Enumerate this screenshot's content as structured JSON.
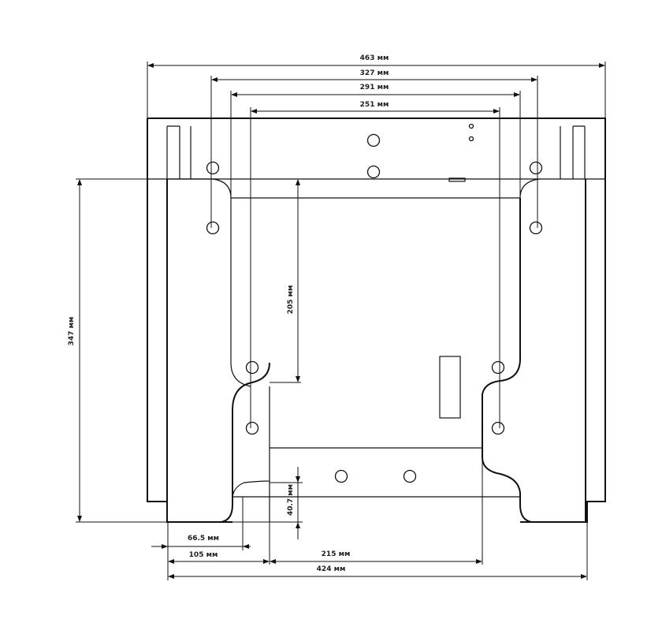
{
  "dimensions": {
    "overall_width": "463 мм",
    "outer_hole_spacing": "327 мм",
    "plate_width": "291 мм",
    "inner_hole_spacing": "251 мм",
    "vertical_hole_spacing": "205 мм",
    "overall_height": "347 мм",
    "bottom_offset": "40.7 мм",
    "side_plate_width": "66.5 мм",
    "side_to_notch": "105 мм",
    "notch_width": "215 мм",
    "base_width": "424 мм"
  }
}
